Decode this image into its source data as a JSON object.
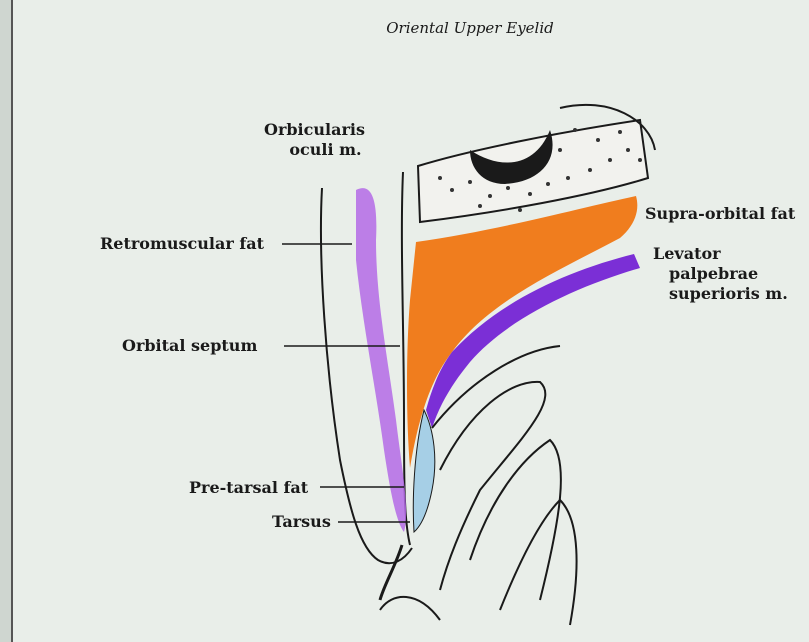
{
  "title": "Oriental Upper Eyelid",
  "labels": {
    "orbicularis": [
      "Orbicularis",
      "oculi m."
    ],
    "retromuscular_fat": "Retromuscular fat",
    "supraorbital_fat": "Supra-orbital fat",
    "levator": [
      "Levator",
      "palpebrae",
      "superioris m."
    ],
    "orbital_septum": "Orbital septum",
    "pretarsal_fat": "Pre-tarsal fat",
    "tarsus": "Tarsus"
  },
  "colors": {
    "background": "#e9eee9",
    "fat": "#f07d1e",
    "muscle": "#7b2fd6",
    "orbicularis": "#b46ae6",
    "tarsus": "#a6cfe6",
    "bone_dots": "#333333",
    "ink": "#1a1a1a"
  }
}
